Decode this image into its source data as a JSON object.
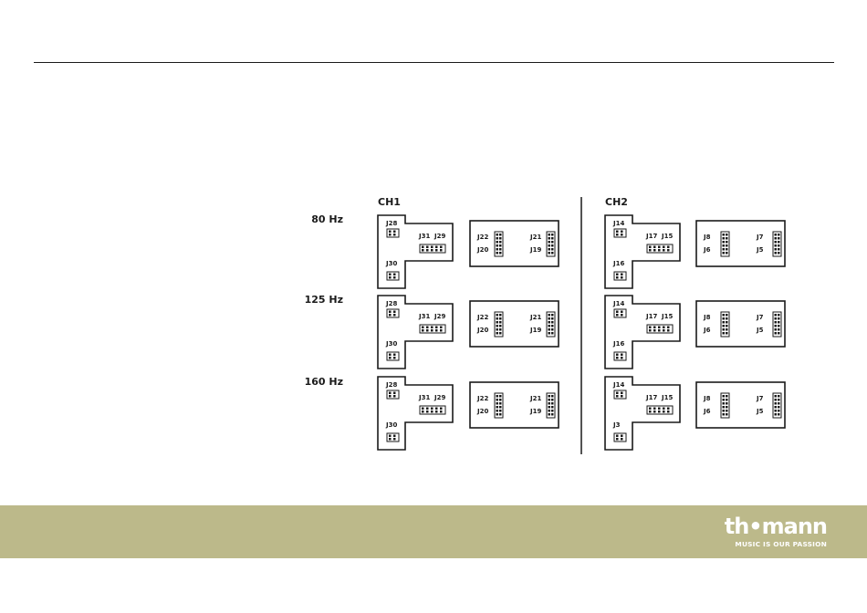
{
  "channels": [
    {
      "label": "CH1",
      "rows": [
        {
          "left": {
            "top": "J28",
            "pair_a": "J31",
            "pair_b": "J29",
            "bottom": "J30"
          },
          "right": {
            "top_left": "J22",
            "bottom_left": "J20",
            "top_right": "J21",
            "bottom_right": "J19"
          }
        },
        {
          "left": {
            "top": "J28",
            "pair_a": "J31",
            "pair_b": "J29",
            "bottom": "J30"
          },
          "right": {
            "top_left": "J22",
            "bottom_left": "J20",
            "top_right": "J21",
            "bottom_right": "J19"
          }
        },
        {
          "left": {
            "top": "J28",
            "pair_a": "J31",
            "pair_b": "J29",
            "bottom": "J30"
          },
          "right": {
            "top_left": "J22",
            "bottom_left": "J20",
            "top_right": "J21",
            "bottom_right": "J19"
          }
        }
      ]
    },
    {
      "label": "CH2",
      "rows": [
        {
          "left": {
            "top": "J14",
            "pair_a": "J17",
            "pair_b": "J15",
            "bottom": "J16"
          },
          "right": {
            "top_left": "J8",
            "bottom_left": "J6",
            "top_right": "J7",
            "bottom_right": "J5"
          }
        },
        {
          "left": {
            "top": "J14",
            "pair_a": "J17",
            "pair_b": "J15",
            "bottom": "J16"
          },
          "right": {
            "top_left": "J8",
            "bottom_left": "J6",
            "top_right": "J7",
            "bottom_right": "J5"
          }
        },
        {
          "left": {
            "top": "J14",
            "pair_a": "J17",
            "pair_b": "J15",
            "bottom": "J3"
          },
          "right": {
            "top_left": "J8",
            "bottom_left": "J6",
            "top_right": "J7",
            "bottom_right": "J5"
          }
        }
      ]
    }
  ],
  "frequencies": [
    "80 Hz",
    "125 Hz",
    "160 Hz"
  ],
  "footer": {
    "brand": "th•mann",
    "slogan": "MUSIC IS OUR PASSION",
    "background_color": "#bcb98a",
    "text_color": "#ffffff"
  }
}
